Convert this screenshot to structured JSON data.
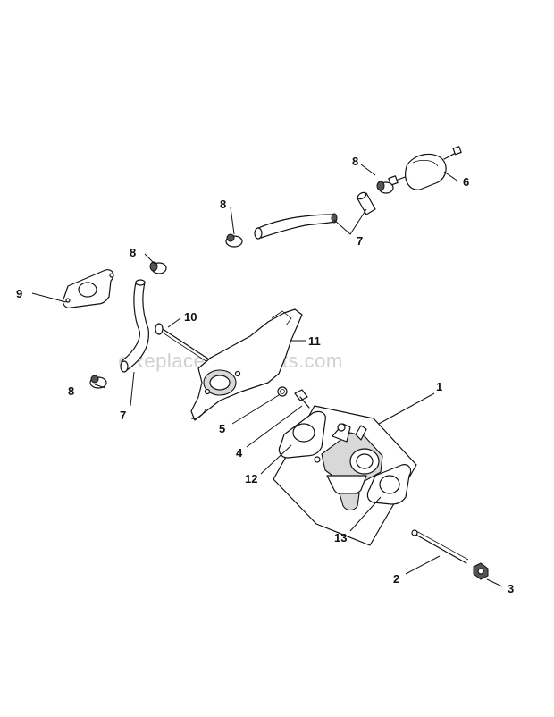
{
  "watermark": "eReplacementParts.com",
  "callouts": {
    "c1": "1",
    "c2": "2",
    "c3": "3",
    "c4": "4",
    "c5": "5",
    "c6": "6",
    "c7a": "7",
    "c7b": "7",
    "c8a": "8",
    "c8b": "8",
    "c8c": "8",
    "c8d": "8",
    "c9": "9",
    "c10": "10",
    "c11": "11",
    "c12": "12",
    "c13": "13"
  }
}
